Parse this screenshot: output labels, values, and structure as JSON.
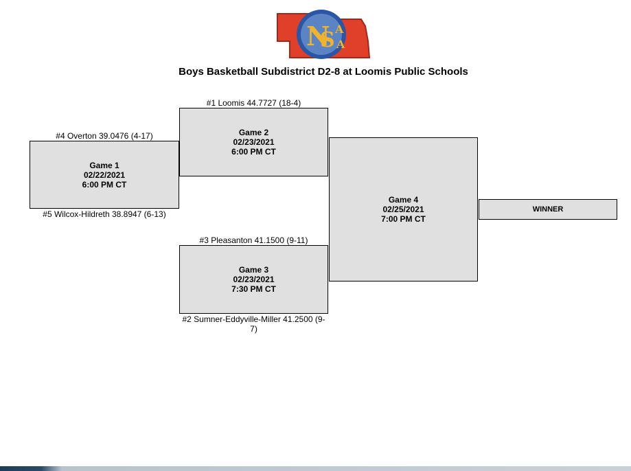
{
  "logo": {
    "text": "NSAA",
    "colors": {
      "state_fill": "#e0402a",
      "state_border": "#a0281a",
      "circle": "#2b56a6",
      "letters": "#f0b32e"
    }
  },
  "title": "Boys Basketball Subdistrict D2-8 at Loomis Public Schools",
  "teams": {
    "game1_top": "#4 Overton 39.0476 (4-17)",
    "game1_bottom": "#5 Wilcox-Hildreth 38.8947 (6-13)",
    "game2_top": "#1 Loomis 44.7727 (18-4)",
    "game3_top": "#3 Pleasanton 41.1500 (9-11)",
    "game3_bottom_line1": "#2 Sumner-Eddyville-Miller 41.2500 (9-",
    "game3_bottom_line2": "7)"
  },
  "games": {
    "game1": {
      "label": "Game 1",
      "date": "02/22/2021",
      "time": "6:00 PM CT"
    },
    "game2": {
      "label": "Game 2",
      "date": "02/23/2021",
      "time": "6:00 PM CT"
    },
    "game3": {
      "label": "Game 3",
      "date": "02/23/2021",
      "time": "7:30 PM CT"
    },
    "game4": {
      "label": "Game 4",
      "date": "02/25/2021",
      "time": "7:00 PM CT"
    }
  },
  "winner_label": "WINNER",
  "colors": {
    "box_fill": "#e0e0e0",
    "box_border": "#000000"
  }
}
